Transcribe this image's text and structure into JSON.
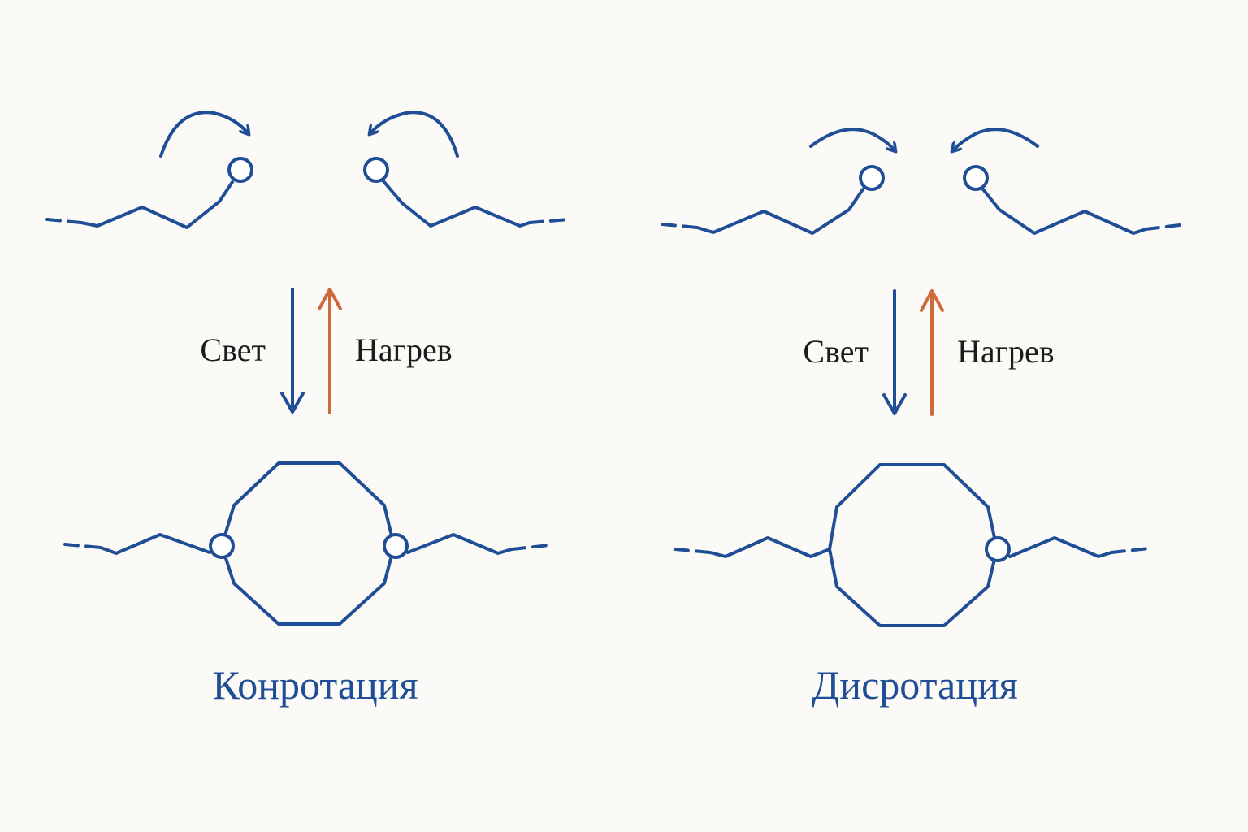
{
  "colors": {
    "bond": "#1f4e96",
    "light_arrow": "#1f4e96",
    "heat_arrow": "#cf6a3d",
    "text": "#1c1c1c",
    "caption": "#1f4e96",
    "atom_fill": "#ffffff",
    "background": "#fcfaf6"
  },
  "panels": [
    {
      "id": "conrotation",
      "light_label": "Свет",
      "heat_label": "Нагрев",
      "caption": "Конротация"
    },
    {
      "id": "disrotation",
      "light_label": "Свет",
      "heat_label": "Нагрев",
      "caption": "Дисротация"
    }
  ]
}
